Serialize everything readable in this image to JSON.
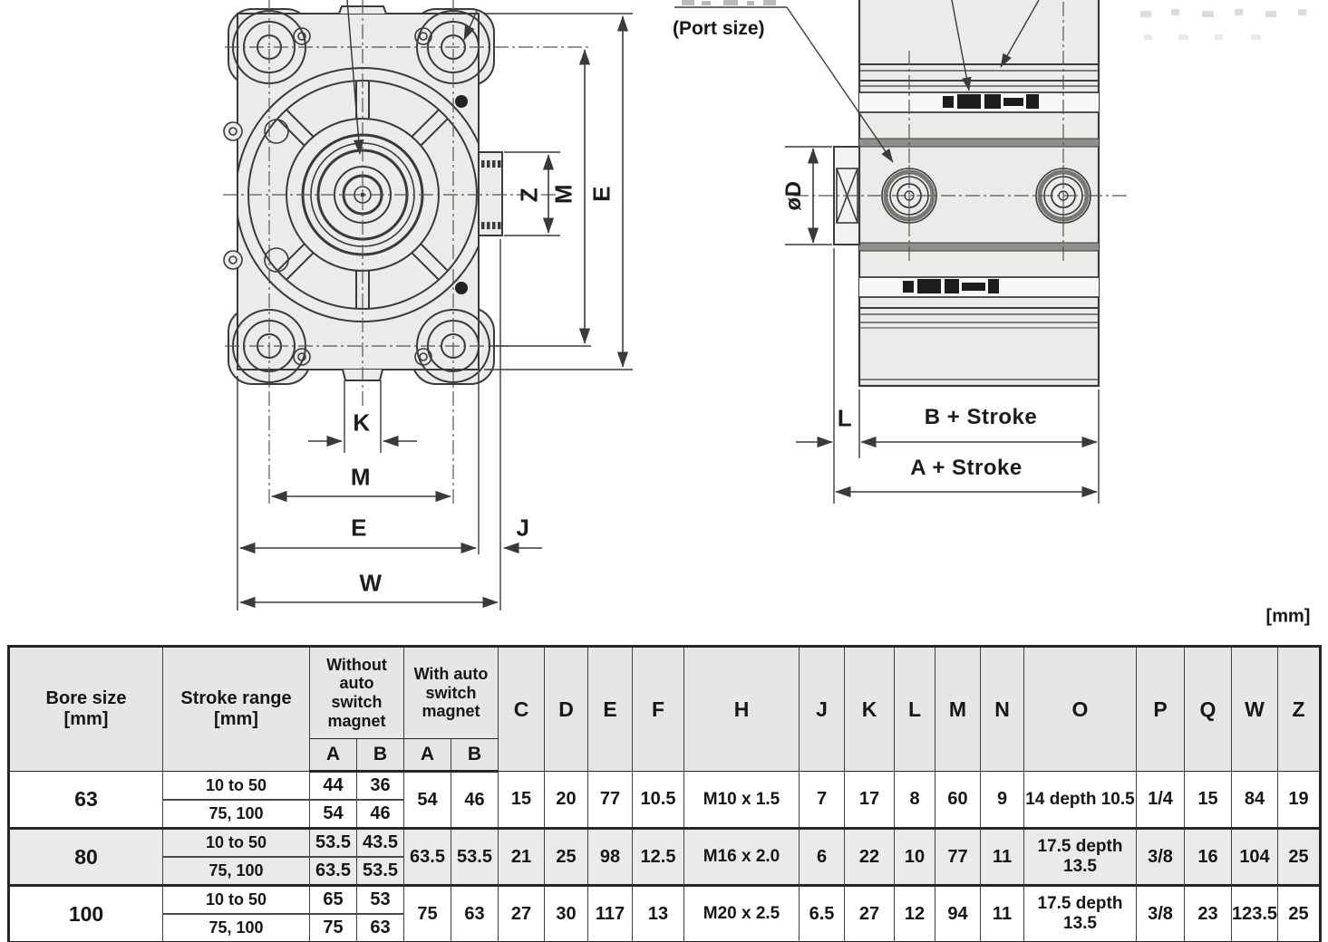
{
  "unit_label": "[mm]",
  "drawing": {
    "front_view": {
      "k": "K",
      "m_bottom": "M",
      "e_bottom": "E",
      "j": "J",
      "w": "W",
      "z": "Z",
      "m_side": "M",
      "e_side": "E"
    },
    "side_view": {
      "port_size": "(Port size)",
      "bore_dia": "øD",
      "l": "L",
      "b_stroke": "B + Stroke",
      "a_stroke": "A + Stroke"
    }
  },
  "table": {
    "header": {
      "bore": [
        "Bore size",
        "[mm]"
      ],
      "stroke": [
        "Stroke range",
        "[mm]"
      ],
      "without_auto": [
        "Without auto",
        "switch magnet"
      ],
      "with_auto": [
        "With auto",
        "switch magnet"
      ],
      "ab": [
        "A",
        "B",
        "A",
        "B"
      ],
      "dims": [
        "C",
        "D",
        "E",
        "F",
        "H",
        "J",
        "K",
        "L",
        "M",
        "N",
        "O",
        "P",
        "Q",
        "W",
        "Z"
      ]
    },
    "rows": [
      {
        "bore": "63",
        "shaded": false,
        "strokes": [
          {
            "range": "10 to 50",
            "a": "44",
            "b": "36"
          },
          {
            "range": "75, 100",
            "a": "54",
            "b": "46"
          }
        ],
        "with_a": "54",
        "with_b": "46",
        "dims": [
          "15",
          "20",
          "77",
          "10.5",
          "M10 x 1.5",
          "7",
          "17",
          "8",
          "60",
          "9",
          "14 depth 10.5",
          "1/4",
          "15",
          "84",
          "19"
        ]
      },
      {
        "bore": "80",
        "shaded": true,
        "strokes": [
          {
            "range": "10 to 50",
            "a": "53.5",
            "b": "43.5"
          },
          {
            "range": "75, 100",
            "a": "63.5",
            "b": "53.5"
          }
        ],
        "with_a": "63.5",
        "with_b": "53.5",
        "dims": [
          "21",
          "25",
          "98",
          "12.5",
          "M16 x 2.0",
          "6",
          "22",
          "10",
          "77",
          "11",
          "17.5 depth 13.5",
          "3/8",
          "16",
          "104",
          "25"
        ]
      },
      {
        "bore": "100",
        "shaded": false,
        "strokes": [
          {
            "range": "10 to 50",
            "a": "65",
            "b": "53"
          },
          {
            "range": "75, 100",
            "a": "75",
            "b": "63"
          }
        ],
        "with_a": "75",
        "with_b": "63",
        "dims": [
          "27",
          "30",
          "117",
          "13",
          "M20 x 2.5",
          "6.5",
          "27",
          "12",
          "94",
          "11",
          "17.5 depth 13.5",
          "3/8",
          "23",
          "123.5",
          "25"
        ]
      }
    ]
  }
}
